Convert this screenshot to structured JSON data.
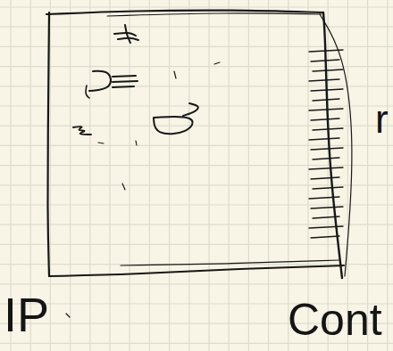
{
  "diagram": {
    "labels": [
      "IP",
      "Cont",
      "r"
    ]
  }
}
